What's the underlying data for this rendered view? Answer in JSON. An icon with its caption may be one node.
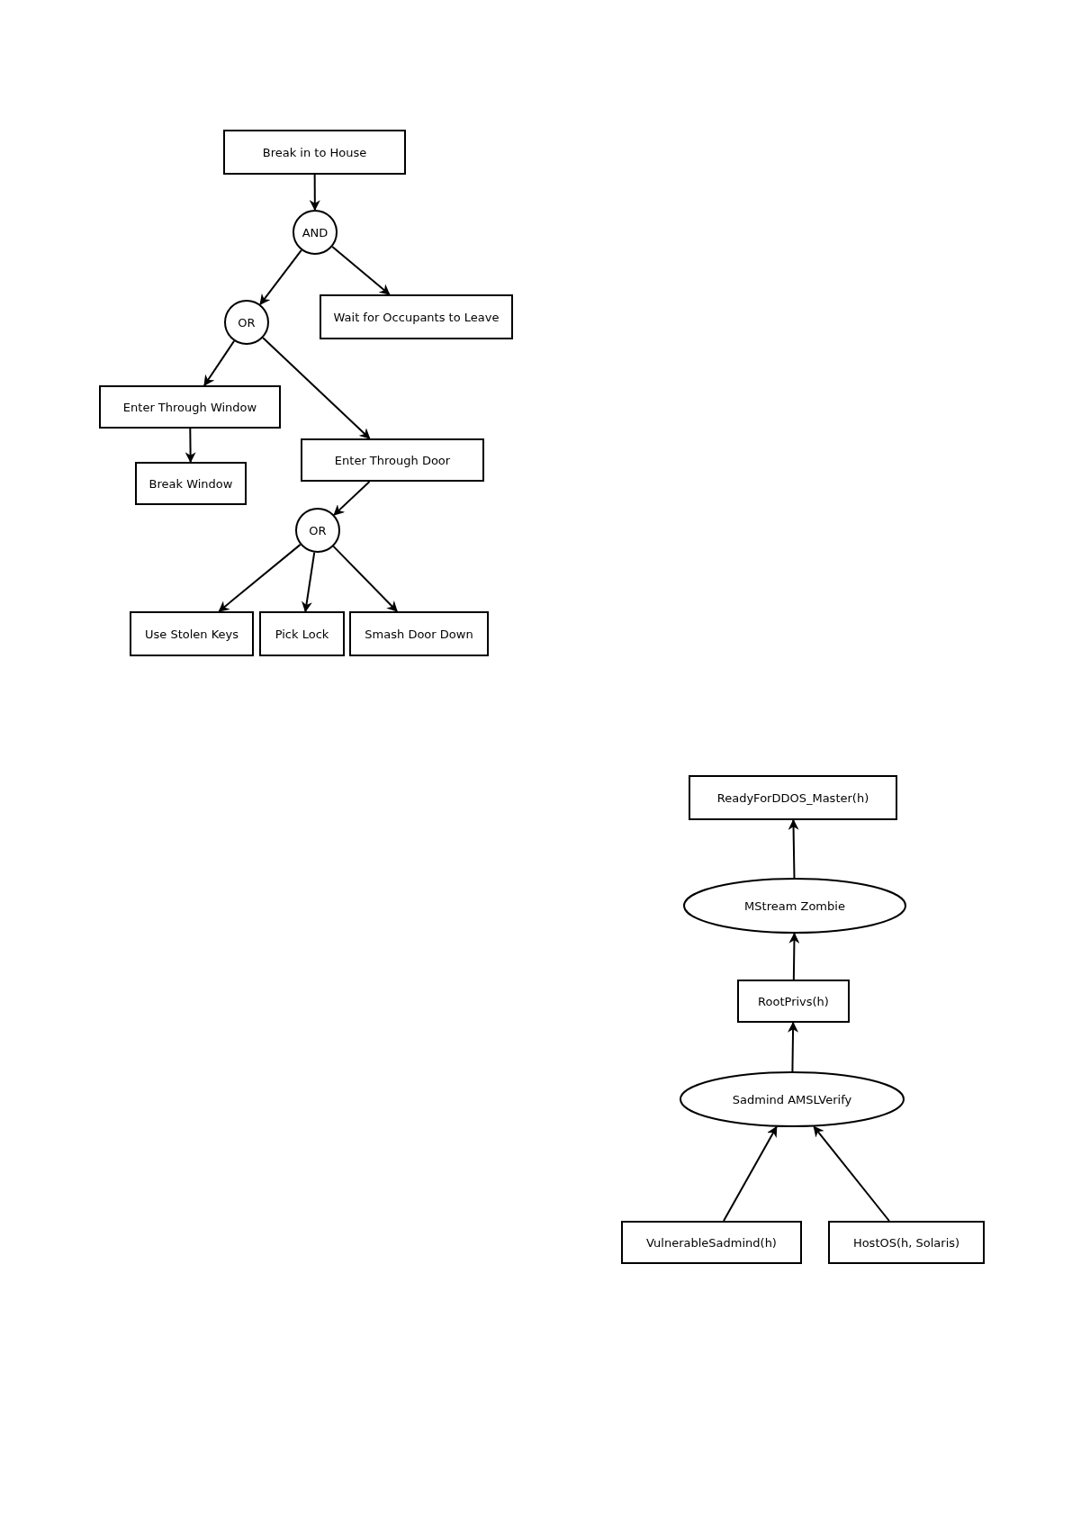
{
  "diagram": {
    "nodes": [
      {
        "text": [
          "Break in to House"
        ]
      },
      {
        "text": [
          "AND"
        ]
      },
      {
        "text": [
          "OR"
        ]
      },
      {
        "text": [
          "Wait for Occupants to Leave"
        ]
      },
      {
        "text": [
          "Enter Through Window"
        ]
      },
      {
        "text": [
          "Break Window"
        ]
      },
      {
        "text": [
          "Enter Through Door"
        ]
      },
      {
        "text": [
          "OR"
        ]
      },
      {
        "text": [
          "Use Stolen Keys"
        ]
      },
      {
        "text": [
          "Pick Lock"
        ]
      },
      {
        "text": [
          "Smash Door Down"
        ]
      },
      {
        "text": [
          "ReadyForDDOS_Master(h)"
        ]
      },
      {
        "text": [
          "MStream Zombie"
        ]
      },
      {
        "text": [
          "RootPrivs(h)"
        ]
      },
      {
        "text": [
          "Sadmind AMSLVerify"
        ]
      },
      {
        "text": [
          "VulnerableSadmind(h)"
        ]
      },
      {
        "text": [
          "HostOS(h, Solaris)"
        ]
      }
    ],
    "edges": [
      {
        "from": 0,
        "to": 1,
        "arrow": "to"
      },
      {
        "from": 1,
        "to": 2,
        "arrow": "to"
      },
      {
        "from": 1,
        "to": 3,
        "arrow": "to"
      },
      {
        "from": 2,
        "to": 4,
        "arrow": "to"
      },
      {
        "from": 4,
        "to": 5,
        "arrow": "to"
      },
      {
        "from": 2,
        "to": 6,
        "arrow": "to"
      },
      {
        "from": 6,
        "to": 7,
        "arrow": "to"
      },
      {
        "from": 7,
        "to": 8,
        "arrow": "to"
      },
      {
        "from": 7,
        "to": 9,
        "arrow": "to"
      },
      {
        "from": 7,
        "to": 10,
        "arrow": "to"
      },
      {
        "from": 12,
        "to": 11,
        "arrow": "to"
      },
      {
        "from": 13,
        "to": 12,
        "arrow": "to"
      },
      {
        "from": 14,
        "to": 13,
        "arrow": "to"
      },
      {
        "from": 15,
        "to": 14,
        "arrow": "to"
      },
      {
        "from": 16,
        "to": 14,
        "arrow": "to"
      }
    ]
  }
}
